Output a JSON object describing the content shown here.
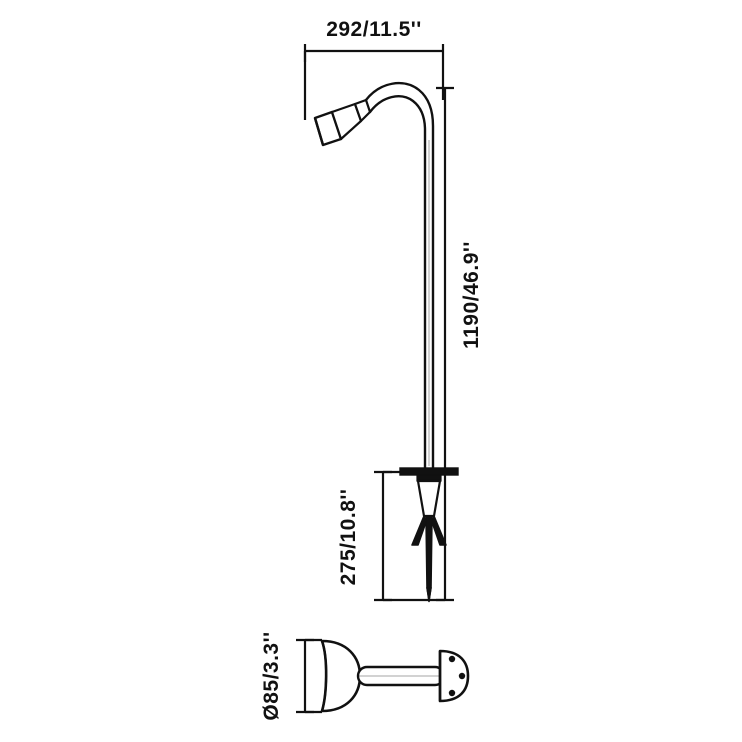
{
  "drawing": {
    "title": "outdoor-spike-light-technical-drawing",
    "background_color": "#ffffff",
    "line_color": "#111111",
    "dimensions": {
      "width_top": "292/11.5''",
      "height_main": "1190/46.9''",
      "height_spike": "275/10.8''",
      "diameter_head": "Ø85/3.3''"
    },
    "views": {
      "front": "front-elevation",
      "detail": "head-detail-side-view"
    }
  }
}
